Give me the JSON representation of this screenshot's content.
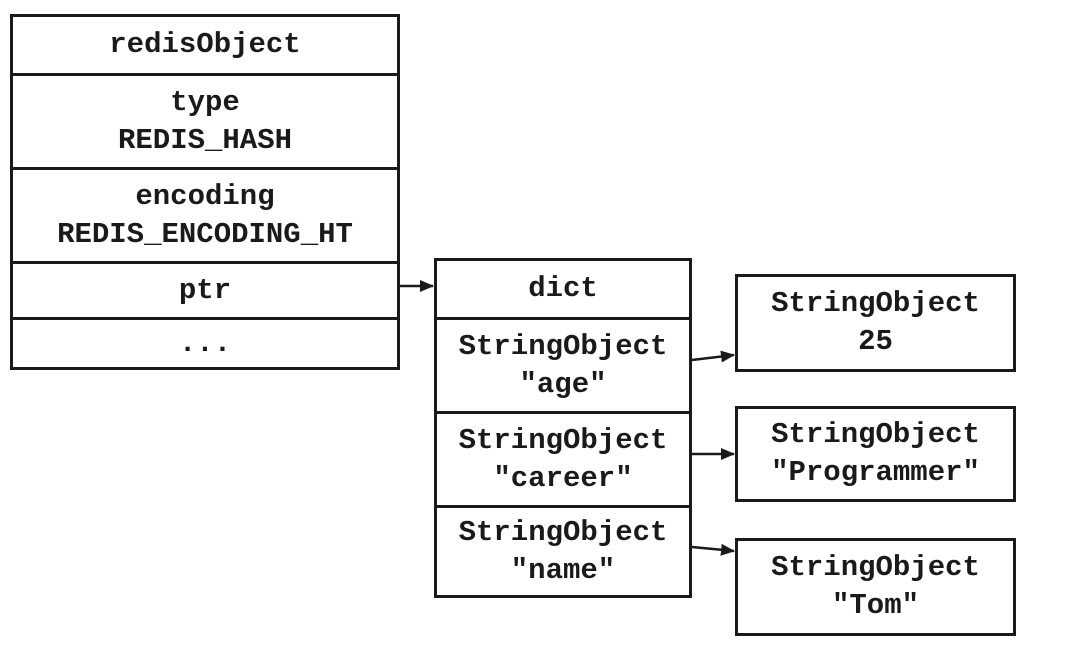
{
  "redis_object": {
    "title": "redisObject",
    "type_label": "type",
    "type_value": "REDIS_HASH",
    "encoding_label": "encoding",
    "encoding_value": "REDIS_ENCODING_HT",
    "ptr_label": "ptr",
    "more_label": "..."
  },
  "dict": {
    "title": "dict",
    "entries": [
      {
        "key_type": "StringObject",
        "key": "\"age\""
      },
      {
        "key_type": "StringObject",
        "key": "\"career\""
      },
      {
        "key_type": "StringObject",
        "key": "\"name\""
      }
    ]
  },
  "values": [
    {
      "type": "StringObject",
      "value": "25"
    },
    {
      "type": "StringObject",
      "value": "\"Programmer\""
    },
    {
      "type": "StringObject",
      "value": "\"Tom\""
    }
  ]
}
